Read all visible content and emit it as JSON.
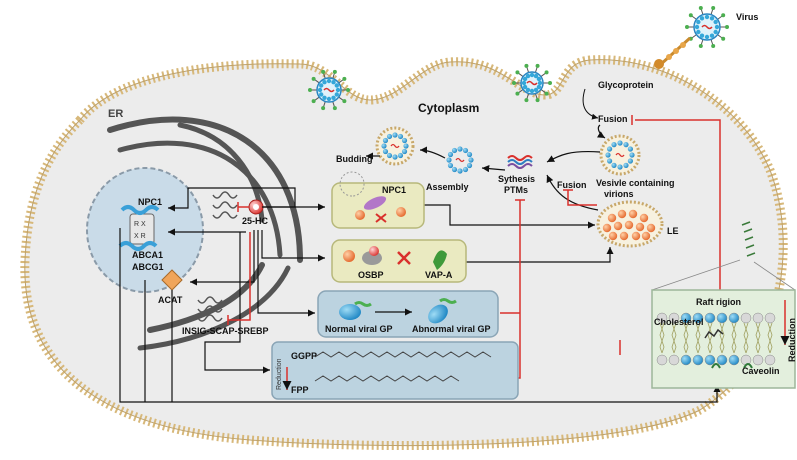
{
  "labels": {
    "virus": "Virus",
    "glycoprotein": "Glycoprotein",
    "cytoplasm": "Cytoplasm",
    "er": "ER",
    "fusion_top": "Fusion",
    "budding": "Budding",
    "assembly": "Assembly",
    "synthesis": "Sythesis",
    "ptms": "PTMs",
    "fusion_mid": "Fusion",
    "vesicle": "Vesivle containing",
    "virions": "virions",
    "le": "LE",
    "npc1_nucleus": "NPC1",
    "abca1": "ABCA1",
    "abcg1": "ABCG1",
    "hc25": "25-HC",
    "npc1_box": "NPC1",
    "osbp": "OSBP",
    "vapa": "VAP-A",
    "acat": "ACAT",
    "insig": "INSIG-SCAP-SREBP",
    "normal_gp": "Normal viral GP",
    "abnormal_gp": "Abnormal viral GP",
    "ggpp": "GGPP",
    "fpp": "FPP",
    "reduction_left": "Reduction",
    "raft": "Raft rigion",
    "cholesterol": "Cholesterol",
    "caveolin": "Caveolin",
    "reduction_right": "Reduction"
  },
  "colors": {
    "membrane_head": "#e3c88f",
    "cytoplasm_fill": "#ececec",
    "nucleus_fill": "#c9dbe8",
    "virus_blue": "#35a7d9",
    "spike_green": "#4caf50",
    "orange_dot": "#f08a4b",
    "red_inhibit": "#d9302c",
    "box_yellow": "#eaeac1",
    "box_blue": "#bcd3e0",
    "raft_green": "#e3efdd"
  }
}
